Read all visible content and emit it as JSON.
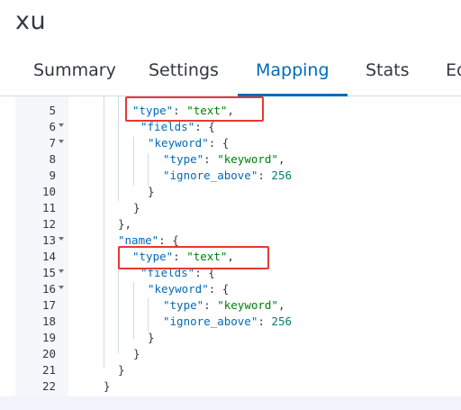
{
  "index_title": "xu",
  "tabs": [
    {
      "label": "Summary",
      "active": false
    },
    {
      "label": "Settings",
      "active": false
    },
    {
      "label": "Mapping",
      "active": true
    },
    {
      "label": "Stats",
      "active": false
    },
    {
      "label": "Ed",
      "active": false
    }
  ],
  "editor": {
    "gutter": [
      {
        "num": "5",
        "fold": false
      },
      {
        "num": "6",
        "fold": true
      },
      {
        "num": "7",
        "fold": true
      },
      {
        "num": "8",
        "fold": false
      },
      {
        "num": "9",
        "fold": false
      },
      {
        "num": "10",
        "fold": false
      },
      {
        "num": "11",
        "fold": false
      },
      {
        "num": "12",
        "fold": false
      },
      {
        "num": "13",
        "fold": true
      },
      {
        "num": "14",
        "fold": false
      },
      {
        "num": "15",
        "fold": true
      },
      {
        "num": "16",
        "fold": true
      },
      {
        "num": "17",
        "fold": false
      },
      {
        "num": "18",
        "fold": false
      },
      {
        "num": "19",
        "fold": false
      },
      {
        "num": "20",
        "fold": false
      },
      {
        "num": "21",
        "fold": false
      },
      {
        "num": "22",
        "fold": false
      }
    ],
    "code": [
      {
        "tokens": [
          [
            "k",
            "\"type\""
          ],
          [
            "p",
            ": "
          ],
          [
            "s",
            "\"text\""
          ],
          [
            "p",
            ","
          ]
        ]
      },
      {
        "tokens": [
          [
            "k",
            "\"fields\""
          ],
          [
            "p",
            ": {"
          ]
        ]
      },
      {
        "tokens": [
          [
            "k",
            "\"keyword\""
          ],
          [
            "p",
            ": {"
          ]
        ]
      },
      {
        "tokens": [
          [
            "k",
            "\"type\""
          ],
          [
            "p",
            ": "
          ],
          [
            "s",
            "\"keyword\""
          ],
          [
            "p",
            ","
          ]
        ]
      },
      {
        "tokens": [
          [
            "k",
            "\"ignore_above\""
          ],
          [
            "p",
            ": "
          ],
          [
            "n",
            "256"
          ]
        ]
      },
      {
        "tokens": [
          [
            "p",
            "}"
          ]
        ]
      },
      {
        "tokens": [
          [
            "p",
            "}"
          ]
        ]
      },
      {
        "tokens": [
          [
            "p",
            "},"
          ]
        ]
      },
      {
        "tokens": [
          [
            "k",
            "\"name\""
          ],
          [
            "p",
            ": {"
          ]
        ]
      },
      {
        "tokens": [
          [
            "k",
            "\"type\""
          ],
          [
            "p",
            ": "
          ],
          [
            "s",
            "\"text\""
          ],
          [
            "p",
            ","
          ]
        ]
      },
      {
        "tokens": [
          [
            "k",
            "\"fields\""
          ],
          [
            "p",
            ": {"
          ]
        ]
      },
      {
        "tokens": [
          [
            "k",
            "\"keyword\""
          ],
          [
            "p",
            ": {"
          ]
        ]
      },
      {
        "tokens": [
          [
            "k",
            "\"type\""
          ],
          [
            "p",
            ": "
          ],
          [
            "s",
            "\"keyword\""
          ],
          [
            "p",
            ","
          ]
        ]
      },
      {
        "tokens": [
          [
            "k",
            "\"ignore_above\""
          ],
          [
            "p",
            ": "
          ],
          [
            "n",
            "256"
          ]
        ]
      },
      {
        "tokens": [
          [
            "p",
            "}"
          ]
        ]
      },
      {
        "tokens": [
          [
            "p",
            "}"
          ]
        ]
      },
      {
        "tokens": [
          [
            "p",
            "}"
          ]
        ]
      },
      {
        "tokens": [
          [
            "p",
            "}"
          ]
        ]
      }
    ]
  },
  "colors": {
    "accent": "#006bb8",
    "json_key": "#006bb8",
    "json_string": "#00800a",
    "json_number": "#007e72",
    "highlight_box": "#e53935"
  }
}
